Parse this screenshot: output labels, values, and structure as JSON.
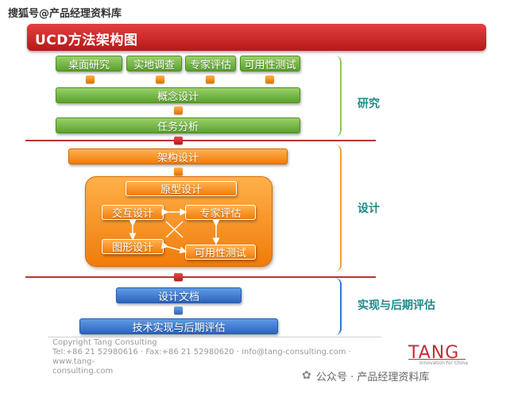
{
  "watermark_top": "搜狐号@产品经理资料库",
  "title": "UCD方法架构图",
  "research": {
    "top_boxes": [
      "桌面研究",
      "实地调查",
      "专家评估",
      "可用性测试"
    ],
    "concept": "概念设计",
    "task": "任务分析",
    "label": "研究"
  },
  "design": {
    "architecture": "架构设计",
    "prototype": "原型设计",
    "interaction": "交互设计",
    "expert_review": "专家评估",
    "graphic": "图形设计",
    "usability_test": "可用性测试",
    "label": "设计"
  },
  "implementation": {
    "doc": "设计文档",
    "tech": "技术实现与后期评估",
    "label": "实现与后期评估"
  },
  "footer": {
    "copyright": "Copyright Tang Consulting",
    "contact": "Tel:+86 21 52980616 · Fax:+86 21 52980620 · info@tang-consulting.com · www.tang-",
    "contact2": "consulting.com"
  },
  "logo": {
    "name": "TANG",
    "tagline": "Innovation for China"
  },
  "watermark_bottom": "公众号 · 产品经理资料库",
  "colors": {
    "title_red": "#c82020",
    "green": "#6cb33f",
    "orange": "#f39019",
    "blue": "#3a74cf",
    "phase_label": "#1f8a8a"
  }
}
